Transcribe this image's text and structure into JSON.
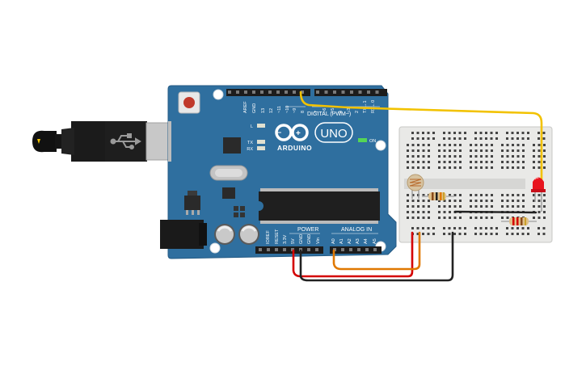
{
  "board": {
    "brand_text": "ARDUINO",
    "model_text": "UNO",
    "digital_header_label": "DIGITAL (PWM~)",
    "power_header_label": "POWER",
    "analog_header_label": "ANALOG IN",
    "on_label": "ON",
    "led_l_label": "L",
    "led_tx_label": "TX",
    "led_rx_label": "RX",
    "top_pin_labels": [
      "AREF",
      "GND",
      "13",
      "12",
      "~11",
      "~10",
      "~9",
      "8",
      "7",
      "~6",
      "~5",
      "4",
      "~3",
      "2",
      "TX→1",
      "RX←0"
    ],
    "bottom_pin_labels": [
      "IOREF",
      "RESET",
      "3.3V",
      "5V",
      "GND",
      "GND",
      "Vin",
      "A0",
      "A1",
      "A2",
      "A3",
      "A4",
      "A5"
    ]
  },
  "colors": {
    "board_blue": "#2f6f9f",
    "wire_yellow": "#f2c200",
    "wire_red": "#d40000",
    "wire_orange": "#e07800",
    "wire_black": "#222222",
    "led_red": "#e8141e",
    "breadboard": "#e9e9e7"
  },
  "icons": {
    "usb": "usb-icon",
    "logo": "infinity-logo-icon"
  }
}
